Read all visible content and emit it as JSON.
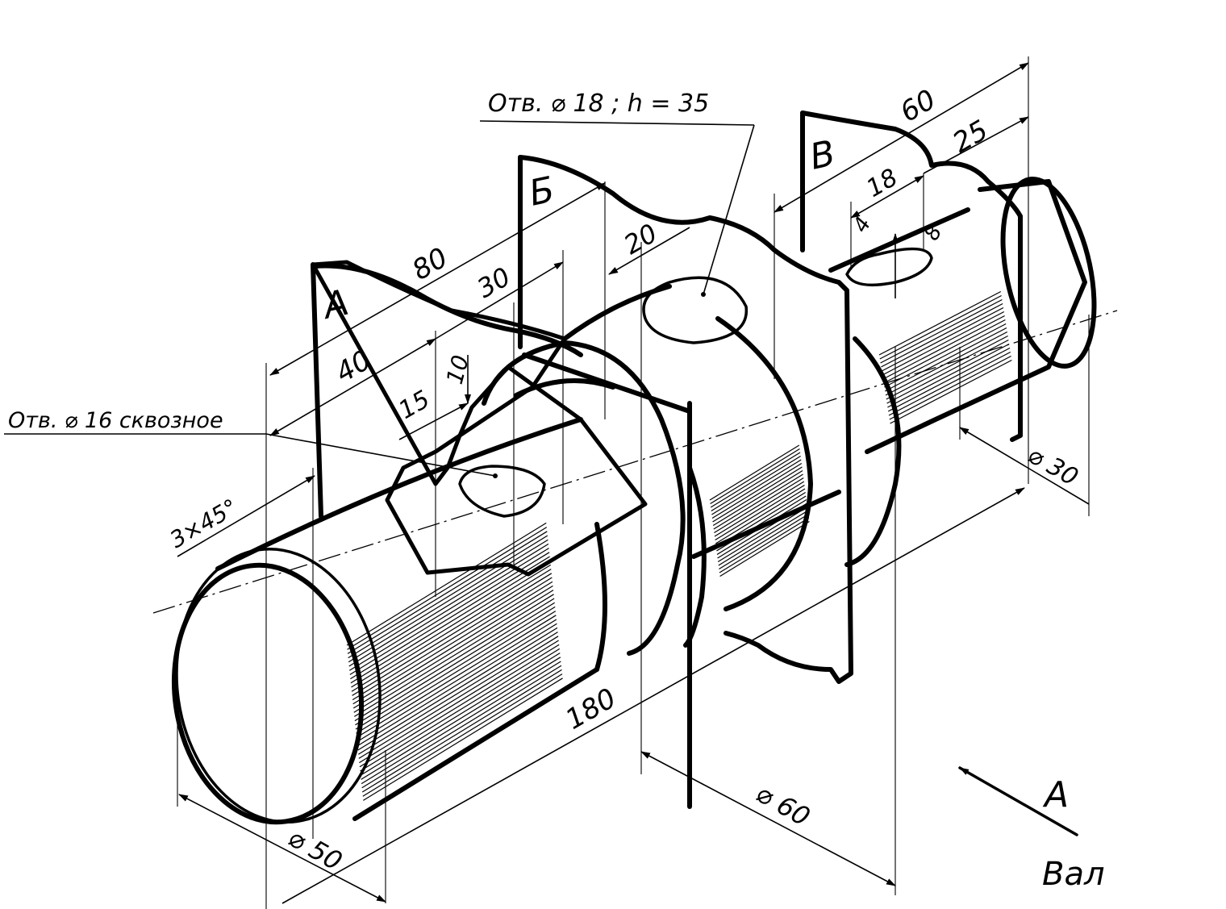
{
  "title": "Вал",
  "view_arrow_label": "А",
  "section_labels": {
    "a": "А",
    "b": "Б",
    "c": "В"
  },
  "callouts": {
    "hole_18": "Отв. ⌀ 18 ; h = 35",
    "hole_16": "Отв. ⌀ 16 сквозное"
  },
  "dimensions": {
    "d60_top": "60",
    "d25": "25",
    "d18": "18",
    "d4": "4",
    "d8": "8",
    "d80": "80",
    "d30": "30",
    "d20": "20",
    "d40": "40",
    "d10": "10",
    "d15": "15",
    "chamfer": "3×45°",
    "d180": "180",
    "dia50": "⌀ 50",
    "dia60": "⌀ 60",
    "dia30": "⌀ 30"
  }
}
